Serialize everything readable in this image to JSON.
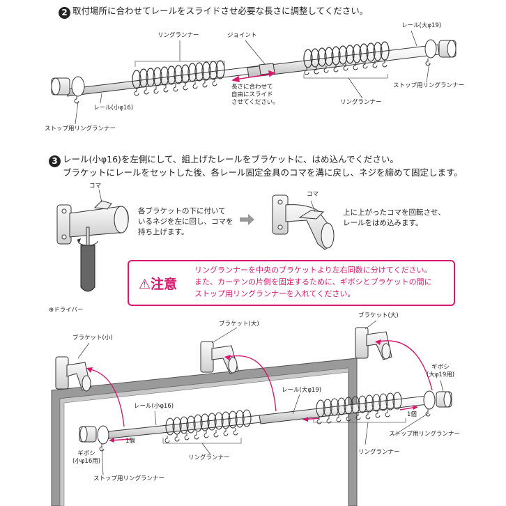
{
  "step2": {
    "number": "2",
    "text": "取付場所に合わせてレールをスライドさせ必要な長さに調整してください。",
    "labels": {
      "ring_runner_top": "リングランナー",
      "joint": "ジョイント",
      "rail_large": "レール(大φ19)",
      "slide_note": [
        "長さに合わせて",
        "自由にスライド",
        "させてください。"
      ],
      "stop_ring_right": "ストップ用リングランナー",
      "ring_runner_bottom": "リングランナー",
      "rail_small": "レール(小φ16)",
      "stop_ring_left": "ストップ用リングランナー"
    }
  },
  "step3": {
    "number": "3",
    "line1": "レール(小φ16)を左側にして、組上げたレールをブラケットに、はめ込んでください。",
    "line2": "ブラケットにレールをセットした後、各レール固定金具のコマを溝に戻し、ネジを締めて固定します。",
    "koma1": "コマ",
    "koma2": "コマ",
    "desc1": [
      "各ブラケットの下に付いて",
      "いるネジを左に回し、コマを",
      "持ち上げます。"
    ],
    "desc2": [
      "上に上がったコマを回転させ、",
      "レールをはめ込みます。"
    ],
    "driver": "⊕ドライバー"
  },
  "caution": {
    "title": "⚠注意",
    "lines": [
      "リングランナーを中央のブラケットより左右同数に分けてください。",
      "また、カーテンの片側を固定するために、ギボシとブラケットの間に",
      "ストップ用リングランナーを入れてください。"
    ]
  },
  "install": {
    "bracket_small": "ブラケット(小)",
    "bracket_large_mid": "ブラケット(大)",
    "bracket_large_right": "ブラケット(大)",
    "rail_large": "レール(大φ19)",
    "rail_small": "レール(小φ16)",
    "giboshi_large": [
      "ギボシ",
      "(大φ19用)"
    ],
    "giboshi_small": [
      "ギボシ",
      "(小φ16用)"
    ],
    "one_right": "1個",
    "one_left": "1個",
    "stop_ring_right": "ストップ用リングランナー",
    "stop_ring_left": "ストップ用リングランナー",
    "ring_runner_left": "リングランナー",
    "ring_runner_right": "リングランナー"
  },
  "colors": {
    "accent": "#d6186e",
    "line": "#333333",
    "frame": "#9a9a9a"
  }
}
